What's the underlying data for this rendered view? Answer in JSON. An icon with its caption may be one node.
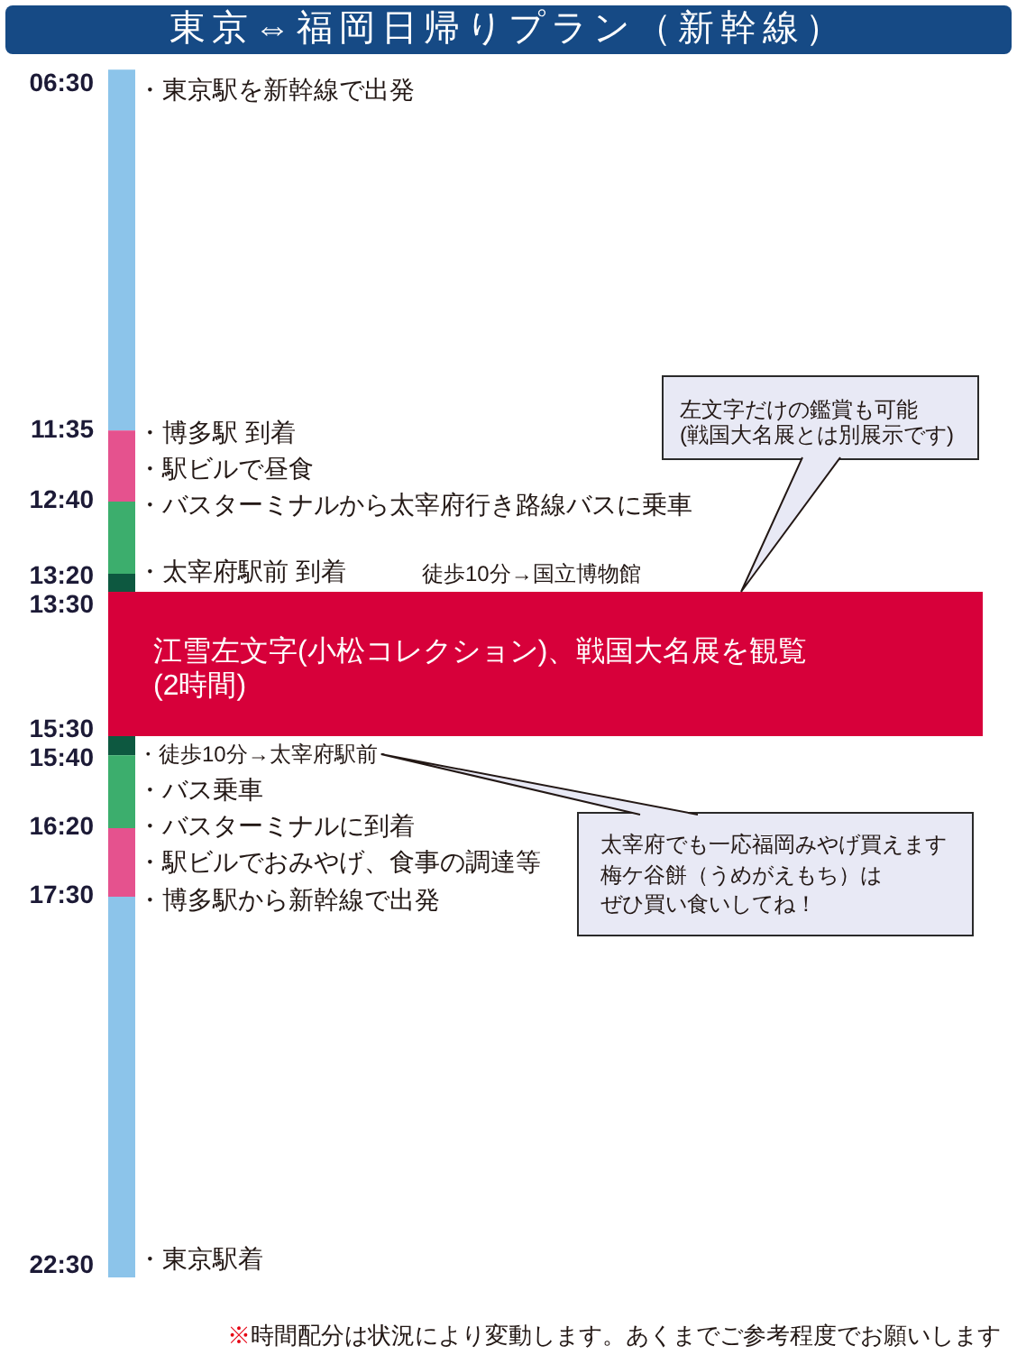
{
  "diagram": {
    "title": "東京⇔福岡日帰りプラン（新幹線）",
    "nodes": [
      {
        "text": [
          "左文字だけの鑑賞も可能",
          "(戦国大名展とは別展示です)"
        ]
      },
      {
        "text": [
          "江雪左文字(小松コレクション)、戦国大名展を観覧",
          "(2時間)"
        ]
      },
      {
        "text": [
          "・徒歩10分→太宰府駅前"
        ]
      },
      {
        "text": [
          "太宰府でも一応福岡みやげ買えます",
          "梅ケ谷餅（うめがえもち）は",
          "ぜひ買い食いしてね！"
        ]
      }
    ],
    "edges": [
      {
        "from": 0,
        "to": 1,
        "arrow": "none"
      },
      {
        "from": 3,
        "to": 2,
        "arrow": "none"
      }
    ],
    "labels": [
      "06:30",
      "・東京駅を新幹線で出発",
      "11:35",
      "・博多駅 到着",
      "・駅ビルで昼食",
      "12:40",
      "・バスターミナルから太宰府行き路線バスに乗車",
      "13:20",
      "・太宰府駅前 到着",
      "徒歩10分→国立博物館",
      "13:30",
      "15:30",
      "15:40",
      "・バス乗車",
      "16:20",
      "・バスターミナルに到着",
      "・駅ビルでおみやげ、食事の調達等",
      "17:30",
      "・博多駅から新幹線で出発",
      "22:30",
      "・東京駅着",
      "※時間配分は状況により変動します。あくまでご参考程度でお願いします"
    ]
  }
}
